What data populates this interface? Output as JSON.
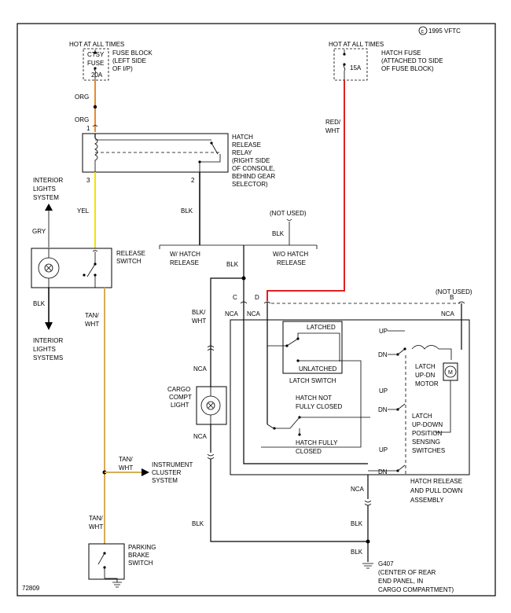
{
  "colors": {
    "org": "#e8892a",
    "yel": "#f2e400",
    "tan_wht": "#d9ad55",
    "red_wht": "#e02020",
    "gry": "#999999",
    "blk": "#000000"
  },
  "copyright": "1995 VFTC",
  "figure_number": "72809",
  "fuse_block": {
    "header": "HOT AT ALL TIMES",
    "fuse_line1": "CTSY",
    "fuse_line2": "FUSE",
    "fuse_rating": "20A",
    "location_line1": "FUSE BLOCK",
    "location_line2": "(LEFT SIDE",
    "location_line3": "OF I/P)"
  },
  "hatch_fuse": {
    "header": "HOT AT ALL TIMES",
    "rating": "15A",
    "line1": "HATCH FUSE",
    "line2": "(ATTACHED TO SIDE",
    "line3": "OF FUSE BLOCK)"
  },
  "relay": {
    "line1": "HATCH",
    "line2": "RELEASE",
    "line3": "RELAY",
    "line4": "(RIGHT SIDE",
    "line5": "OF CONSOLE,",
    "line6": "BEHIND GEAR",
    "line7": "SELECTOR)",
    "pin1": "1",
    "pin2": "2",
    "pin3": "3"
  },
  "wires": {
    "org_1": "ORG",
    "org_2": "ORG",
    "red_wht_1": "RED/",
    "red_wht_2": "WHT",
    "yel": "YEL",
    "blk_relay": "BLK",
    "blk_not_used": "BLK",
    "gry": "GRY",
    "blk_left": "BLK",
    "tan_wht_1a": "TAN/",
    "tan_wht_1b": "WHT",
    "tan_wht_2a": "TAN/",
    "tan_wht_2b": "WHT",
    "tan_wht_3a": "TAN/",
    "tan_wht_3b": "WHT",
    "blk_splice": "BLK",
    "blk_wht_1": "BLK/",
    "blk_wht_2": "WHT",
    "blk_ground": "BLK",
    "blk_bottom_1": "BLK",
    "blk_bottom_2": "BLK"
  },
  "labels": {
    "interior_lights_top_1": "INTERIOR",
    "interior_lights_top_2": "LIGHTS",
    "interior_lights_top_3": "SYSTEM",
    "interior_lights_bottom_1": "INTERIOR",
    "interior_lights_bottom_2": "LIGHTS",
    "interior_lights_bottom_3": "SYSTEMS",
    "release_switch_1": "RELEASE",
    "release_switch_2": "SWITCH",
    "not_used_1": "(NOT USED)",
    "not_used_2": "(NOT USED)",
    "with_hatch_1": "W/ HATCH",
    "with_hatch_2": "RELEASE",
    "without_hatch_1": "W/O HATCH",
    "without_hatch_2": "RELEASE",
    "conn_c": "C",
    "conn_d": "D",
    "conn_b": "B",
    "nca_c": "NCA",
    "nca_d": "NCA",
    "nca_b": "NCA",
    "nca_light_top": "NCA",
    "nca_light_bottom": "NCA",
    "nca_assembly": "NCA",
    "cargo_light_1": "CARGO",
    "cargo_light_2": "COMPT",
    "cargo_light_3": "LIGHT",
    "latched": "LATCHED",
    "unlatched": "UNLATCHED",
    "latch_switch": "LATCH SWITCH",
    "hatch_not_1": "HATCH NOT",
    "hatch_not_2": "FULLY CLOSED",
    "hatch_fully_1": "HATCH FULLY",
    "hatch_fully_2": "CLOSED",
    "up_1": "UP",
    "dn_1": "DN",
    "up_2": "UP",
    "dn_2": "DN",
    "up_3": "UP",
    "dn_3": "DN",
    "motor_1": "LATCH",
    "motor_2": "UP-DN",
    "motor_3": "MOTOR",
    "motor_symbol": "M",
    "sensing_1": "LATCH",
    "sensing_2": "UP-DOWN",
    "sensing_3": "POSITION",
    "sensing_4": "SENSING",
    "sensing_5": "SWITCHES",
    "assembly_1": "HATCH RELEASE",
    "assembly_2": "AND PULL DOWN",
    "assembly_3": "ASSEMBLY",
    "instrument_1": "INSTRUMENT",
    "instrument_2": "CLUSTER",
    "instrument_3": "SYSTEM",
    "parking_1": "PARKING",
    "parking_2": "BRAKE",
    "parking_3": "SWITCH",
    "ground_1": "G407",
    "ground_2": "(CENTER OF REAR",
    "ground_3": "END PANEL, IN",
    "ground_4": "CARGO COMPARTMENT)"
  }
}
